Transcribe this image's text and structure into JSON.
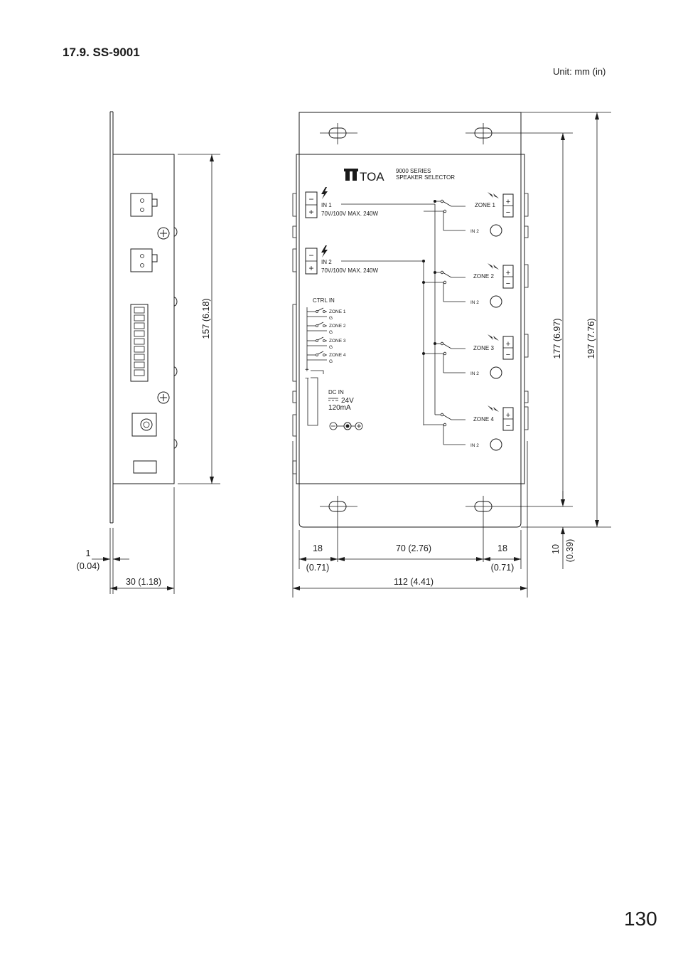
{
  "section_title": "17.9. SS-9001",
  "unit_note": "Unit: mm (in)",
  "page_number": "130",
  "front_panel": {
    "brand": "TOA",
    "series": "9000  SERIES",
    "product": "SPEAKER SELECTOR",
    "in1_label": "IN  1",
    "in2_label": "IN  2",
    "input_rating": "70V/100V  MAX. 240W",
    "ctrl_in_label": "CTRL  IN",
    "ctrl_zones": [
      "ZONE  1",
      "ZONE  2",
      "ZONE  3",
      "ZONE  4"
    ],
    "ground_label": "G",
    "dc_in_label": "DC  IN",
    "dc_voltage": "24V",
    "dc_current": "120mA",
    "zone_outputs": [
      "ZONE  1",
      "ZONE  2",
      "ZONE  3",
      "ZONE  4"
    ],
    "in2_small": "IN  2",
    "plus": "+",
    "minus": "−"
  },
  "dimensions": {
    "side_height": "157 (6.18)",
    "total_height": "197 (7.76)",
    "hole_height": "177 (6.97)",
    "bottom_offset_mm": "10",
    "bottom_offset_in": "(0.39)",
    "flange_thickness_mm": "1",
    "flange_thickness_in": "(0.04)",
    "depth": "30 (1.18)",
    "left_margin_mm": "18",
    "left_margin_in": "(0.71)",
    "hole_spacing": "70 (2.76)",
    "right_margin_mm": "18",
    "right_margin_in": "(0.71)",
    "total_width": "112 (4.41)"
  }
}
